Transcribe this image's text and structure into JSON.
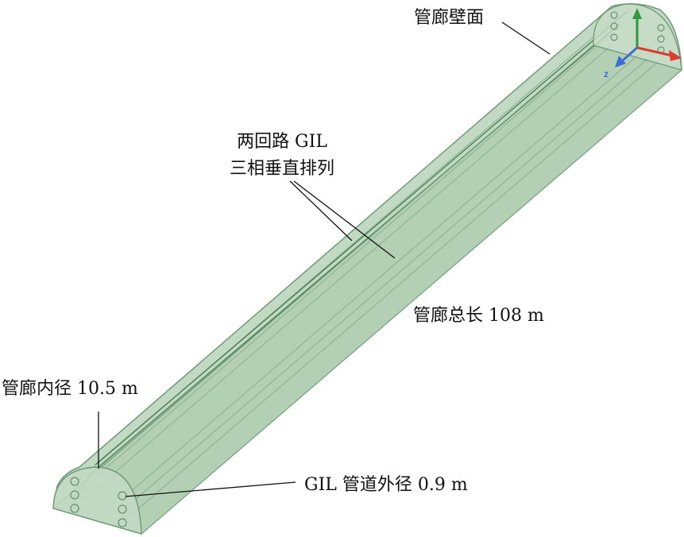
{
  "labels": {
    "wall": "管廊壁面",
    "gil_line1": "两回路 GIL",
    "gil_line2": "三相垂直排列",
    "length": "管廊总长 108 m",
    "inner_diameter": "管廊内径 10.5 m",
    "pipe_diameter": "GIL 管道外径 0.9 m",
    "axis_z": "z"
  },
  "colors": {
    "tunnel_fill": "#b7d2b8",
    "tunnel_edge": "#6f9a76",
    "axis_y": "#2e9a3c",
    "axis_x": "#e03a2e",
    "axis_z": "#3b6fd8"
  }
}
